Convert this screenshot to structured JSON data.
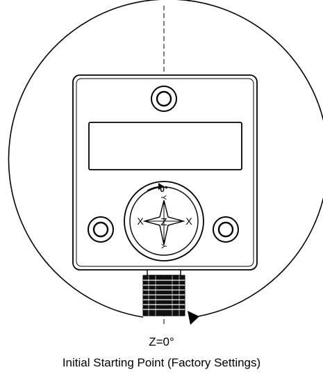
{
  "diagram": {
    "zero_label": "0°",
    "axis_x_label": "X",
    "axis_y_label": "Y",
    "axis_z_label": "Z",
    "angle_label": "Z=0°",
    "caption": "Initial Starting Point (Factory Settings)"
  },
  "colors": {
    "line": "#000000",
    "background": "#ffffff"
  }
}
